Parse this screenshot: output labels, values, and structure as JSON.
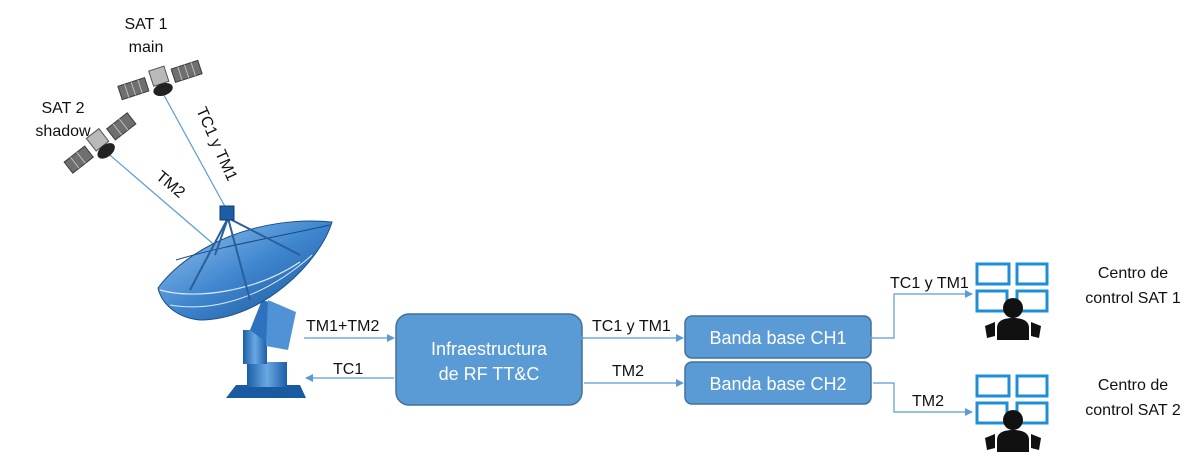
{
  "satellites": {
    "sat1": {
      "line1": "SAT 1",
      "line2": "main"
    },
    "sat2": {
      "line1": "SAT 2",
      "line2": "shadow"
    }
  },
  "links": {
    "sat1_uplink": "TC1 y TM1",
    "sat2_downlink": "TM2",
    "antenna_to_rf": "TM1+TM2",
    "rf_to_antenna": "TC1",
    "rf_ch1": "TC1 y TM1",
    "rf_ch2": "TM2",
    "ch1_control1": "TC1 y TM1",
    "ch2_control2": "TM2"
  },
  "blocks": {
    "rf": {
      "line1": "Infraestructura",
      "line2": "de RF TT&C"
    },
    "ch1": "Banda base CH1",
    "ch2": "Banda base CH2"
  },
  "control_centers": {
    "sat1": {
      "line1": "Centro de",
      "line2": "control SAT 1"
    },
    "sat2": {
      "line1": "Centro de",
      "line2": "control SAT 2"
    }
  },
  "colors": {
    "block_fill": "#5b9bd5",
    "block_stroke": "#41719c",
    "link_line": "#5b9bd5",
    "dish_dark": "#1f5fa8",
    "dish_light": "#7fb2e5"
  },
  "icons": {
    "satellite": "satellite-icon",
    "antenna": "dish-antenna-icon",
    "operator": "control-center-operator-icon"
  }
}
